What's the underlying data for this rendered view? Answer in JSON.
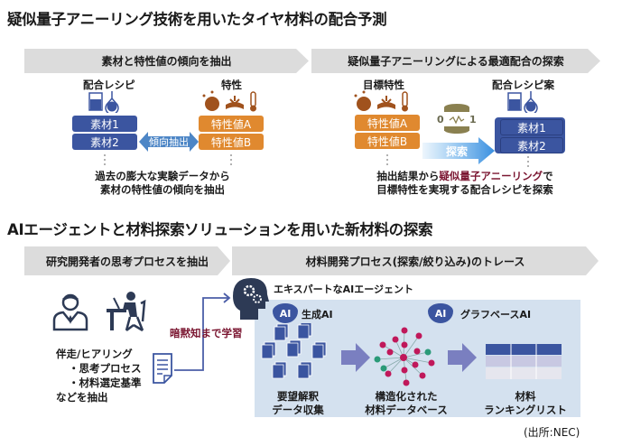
{
  "title1": "疑似量子アニーリング技術を用いたタイヤ材料の配合予測",
  "title2": "AIエージェントと材料探索ソリューションを用いた新材料の探索",
  "section1": {
    "banner": "素材と特性値の傾向を抽出",
    "recipe_label": "配合レシピ",
    "property_label": "特性",
    "materials": [
      "素材1",
      "素材2"
    ],
    "properties": [
      "特性値A",
      "特性値B"
    ],
    "arrow_label": "傾向抽出",
    "desc": [
      "過去の膨大な実験データから",
      "素材の特性値の傾向を抽出"
    ]
  },
  "section2": {
    "banner": "疑似量子アニーリングによる最適配合の探索",
    "target_label": "目標特性",
    "recipe_label": "配合レシピ案",
    "properties": [
      "特性値A",
      "特性値B"
    ],
    "materials": [
      "素材1",
      "素材2"
    ],
    "db_left": "0",
    "db_right": "1",
    "arrow_label": "探索",
    "desc_prefix": "抽出結果から",
    "desc_highlight": "疑似量子アニーリング",
    "desc_suffix": "で",
    "desc_line2": "目標特性を実現する配合レシピを探索"
  },
  "section3": {
    "banner": "研究開発者の思考プロセスを抽出",
    "lines": [
      "伴走/ヒアリング",
      "・思考プロセス",
      "・材料選定基準",
      "などを抽出"
    ],
    "learn_label": "暗黙知まで学習"
  },
  "section4": {
    "banner": "材料開発プロセス(探索/絞り込み)のトレース",
    "agent_label": "エキスパートなAIエージェント",
    "ai_badge": "AI",
    "gen_ai": "生成AI",
    "graph_ai": "グラフベースAI",
    "step1": [
      "要望解釈",
      "データ収集"
    ],
    "step2": [
      "構造化された",
      "材料データベース"
    ],
    "step3": [
      "材料",
      "ランキングリスト"
    ]
  },
  "source": "(出所:NEC)",
  "colors": {
    "blue": "#3b55a0",
    "orange": "#e0892f",
    "panel": "#d4e1ef",
    "red": "#7a1530",
    "banner": "#dcdcdc"
  }
}
